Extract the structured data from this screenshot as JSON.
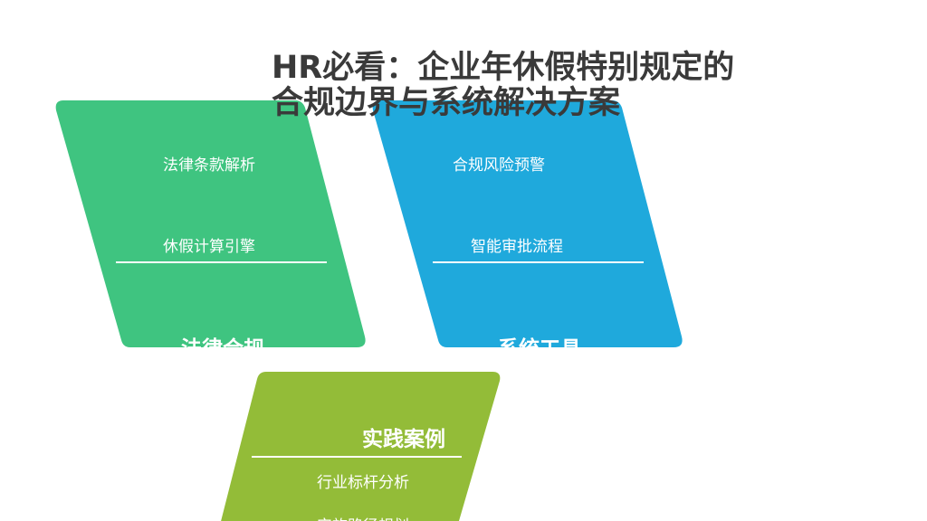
{
  "title": {
    "line1": "HR必看：企业年休假特别规定的",
    "line2": "合规边界与系统解决方案"
  },
  "panels": [
    {
      "heading": "法律合规",
      "items": [
        "法律条款解析",
        "休假计算引擎"
      ],
      "color": "#3fc480"
    },
    {
      "heading": "系统工具",
      "items": [
        "合规风险预警",
        "智能审批流程"
      ],
      "color": "#1fa9dc"
    },
    {
      "heading": "实践案例",
      "items": [
        "行业标杆分析",
        "实施路径规划"
      ],
      "color": "#93bc38"
    }
  ]
}
